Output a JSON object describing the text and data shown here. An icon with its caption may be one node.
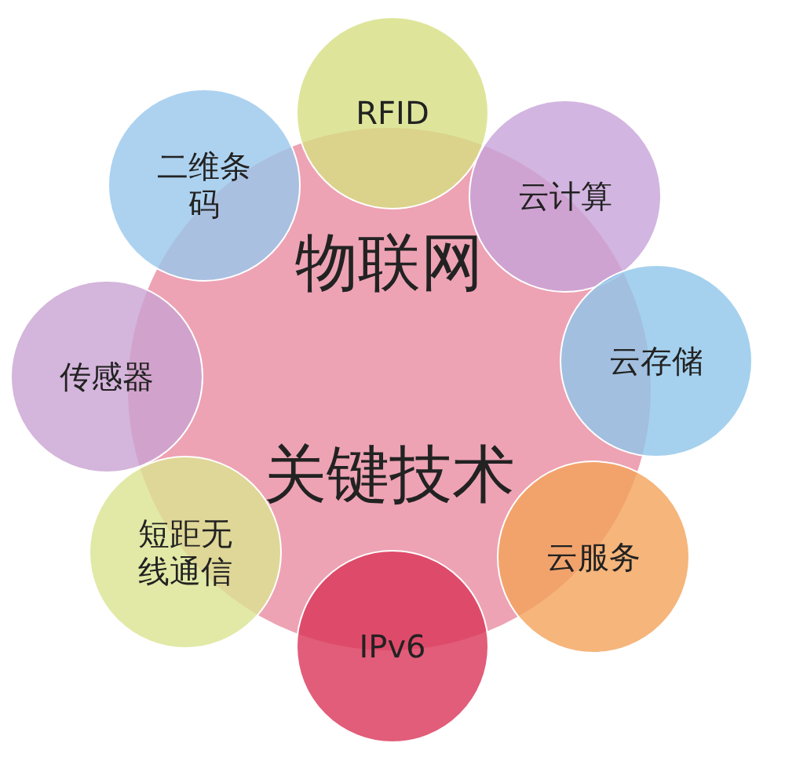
{
  "diagram": {
    "nodes": [
      {
        "text": [
          "物联网",
          "关键技术"
        ]
      },
      {
        "text": [
          "RFID"
        ]
      },
      {
        "text": [
          "云计算"
        ]
      },
      {
        "text": [
          "云存储"
        ]
      },
      {
        "text": [
          "云服务"
        ]
      },
      {
        "text": [
          "IPv6"
        ]
      },
      {
        "text": [
          "短距无线通信"
        ]
      },
      {
        "text": [
          "传感器"
        ]
      },
      {
        "text": [
          "二维条码"
        ]
      }
    ]
  }
}
